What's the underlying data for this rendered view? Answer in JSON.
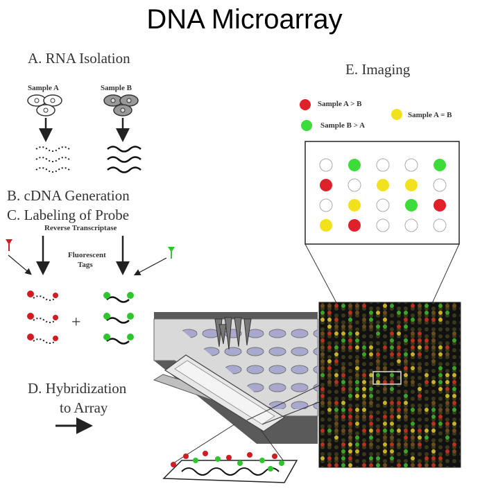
{
  "title": "DNA Microarray",
  "steps": {
    "a": "A.  RNA Isolation",
    "b": "B.  cDNA Generation",
    "c": "C.  Labeling of Probe",
    "d_line1": "D.  Hybridization",
    "d_line2": "to Array",
    "e": "E.  Imaging"
  },
  "labels": {
    "sample_a": "Sample A",
    "sample_b": "Sample B",
    "reverse_transcriptase": "Reverse Transcriptase",
    "fluorescent_line1": "Fluorescent",
    "fluorescent_line2": "Tags",
    "plus": "+"
  },
  "legend": [
    {
      "text": "Sample A > B",
      "color": "#e0202a"
    },
    {
      "text": "Sample B > A",
      "color": "#3ddc3a"
    },
    {
      "text": "Sample A = B",
      "color": "#f2e21e"
    }
  ],
  "grid_spots": [
    [
      "empty",
      "green",
      "empty",
      "empty",
      "green"
    ],
    [
      "red",
      "empty",
      "yellow",
      "yellow",
      "empty"
    ],
    [
      "empty",
      "yellow",
      "empty",
      "green",
      "red"
    ],
    [
      "yellow",
      "red",
      "empty",
      "empty",
      "empty"
    ]
  ],
  "colors": {
    "red": "#e0202a",
    "green": "#3ddc3a",
    "yellow": "#f2e21e",
    "empty": "#ffffff"
  }
}
